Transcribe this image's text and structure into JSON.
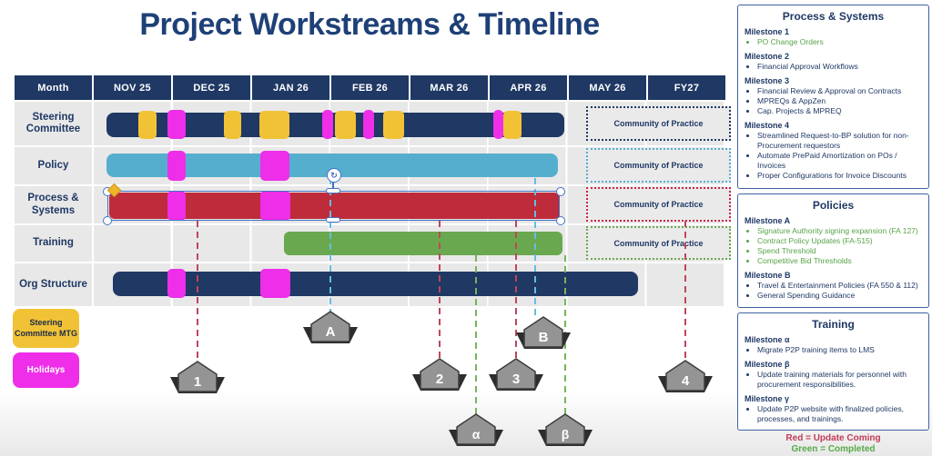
{
  "title": "Project Workstreams & Timeline",
  "colors": {
    "navy": "#1f3864",
    "title_blue": "#1e4077",
    "policy_blue": "#56aecf",
    "process_red": "#be2b3a",
    "training_green": "#6aa84f",
    "mtg_yellow": "#f2c236",
    "holiday_magenta": "#ee2ee8",
    "line_red": "#c0455a",
    "line_blue": "#66bde4",
    "line_green": "#77b55a",
    "selection_blue": "#4472c4",
    "panel_border": "#3f62a0",
    "footnote_red": "#c23b54",
    "footnote_green": "#57ab47"
  },
  "table": {
    "month_label": "Month",
    "months": [
      "NOV 25",
      "DEC 25",
      "JAN 26",
      "FEB 26",
      "MAR 26",
      "APR 26",
      "MAY 26",
      "FY27"
    ],
    "rows": [
      "Steering Committee",
      "Policy",
      "Process & Systems",
      "Training",
      "Org Structure"
    ]
  },
  "community_of_practice": "Community of Practice",
  "gantt": {
    "rows": [
      {
        "name": "Steering Committee",
        "bar_color": "navy",
        "span": "NOV 25 - APR 26",
        "community_of_practice": true
      },
      {
        "name": "Policy",
        "bar_color": "light-blue",
        "span": "NOV 25 - APR 26",
        "community_of_practice": true
      },
      {
        "name": "Process & Systems",
        "bar_color": "red",
        "span": "NOV 25 - APR 26",
        "community_of_practice": true,
        "selected": true
      },
      {
        "name": "Training",
        "bar_color": "green",
        "span": "JAN 26 - APR 26",
        "community_of_practice": true
      },
      {
        "name": "Org Structure",
        "bar_color": "navy",
        "span": "NOV 25 - MAY 26",
        "community_of_practice": false
      }
    ],
    "milestone_markers": [
      {
        "label": "1",
        "workstream": "Process & Systems",
        "line_color": "red"
      },
      {
        "label": "2",
        "workstream": "Process & Systems",
        "line_color": "red"
      },
      {
        "label": "3",
        "workstream": "Process & Systems",
        "line_color": "red"
      },
      {
        "label": "4",
        "workstream": "Process & Systems",
        "line_color": "red"
      },
      {
        "label": "A",
        "workstream": "Policy",
        "line_color": "blue"
      },
      {
        "label": "B",
        "workstream": "Policy",
        "line_color": "blue"
      },
      {
        "label": "α",
        "workstream": "Training",
        "line_color": "green"
      },
      {
        "label": "β",
        "workstream": "Training",
        "line_color": "green"
      }
    ]
  },
  "markers": {
    "n1": "1",
    "n2": "2",
    "n3": "3",
    "n4": "4",
    "a": "A",
    "b": "B",
    "alpha": "α",
    "beta": "β"
  },
  "legend": {
    "steering": "Steering Committee MTG",
    "holidays": "Holidays"
  },
  "panels": {
    "ps": {
      "title": "Process & Systems",
      "m": [
        {
          "h": "Milestone 1",
          "items": [
            "PO Change Orders"
          ],
          "done": [
            true
          ]
        },
        {
          "h": "Milestone 2",
          "items": [
            "Financial Approval Workflows"
          ],
          "done": [
            false
          ]
        },
        {
          "h": "Milestone 3",
          "items": [
            "Financial Review & Approval on Contracts",
            "MPREQs & AppZen",
            "Cap. Projects & MPREQ"
          ],
          "done": [
            false,
            false,
            false
          ]
        },
        {
          "h": "Milestone 4",
          "items": [
            "Streamlined Request-to-BP solution for non-Procurement requestors",
            "Automate PrePaid Amortization on POs / Invoices",
            "Proper Configurations for Invoice Discounts"
          ],
          "done": [
            false,
            false,
            false
          ]
        }
      ]
    },
    "pol": {
      "title": "Policies",
      "m": [
        {
          "h": "Milestone A",
          "items": [
            "Signature Authority signing expansion (FA 127)",
            "Contract Policy Updates (FA-515)",
            "Spend Threshold",
            "Competitive Bid Thresholds"
          ],
          "done": [
            true,
            true,
            true,
            true
          ]
        },
        {
          "h": "Milestone B",
          "items": [
            "Travel & Entertainment Policies (FA 550 & 112)",
            "General Spending Guidance"
          ],
          "done": [
            false,
            false
          ]
        }
      ]
    },
    "tr": {
      "title": "Training",
      "m": [
        {
          "h": "Milestone α",
          "items": [
            "Migrate P2P training items to LMS"
          ],
          "done": [
            false
          ]
        },
        {
          "h": "Milestone β",
          "items": [
            "Update training materials for personnel with procurement responsibilities."
          ],
          "done": [
            false
          ]
        },
        {
          "h": "Milestone γ",
          "items": [
            "Update P2P website with finalized policies, processes, and trainings."
          ],
          "done": [
            false
          ]
        }
      ]
    }
  },
  "footnote": {
    "red": "Red = Update Coming",
    "green": "Green = Completed"
  }
}
